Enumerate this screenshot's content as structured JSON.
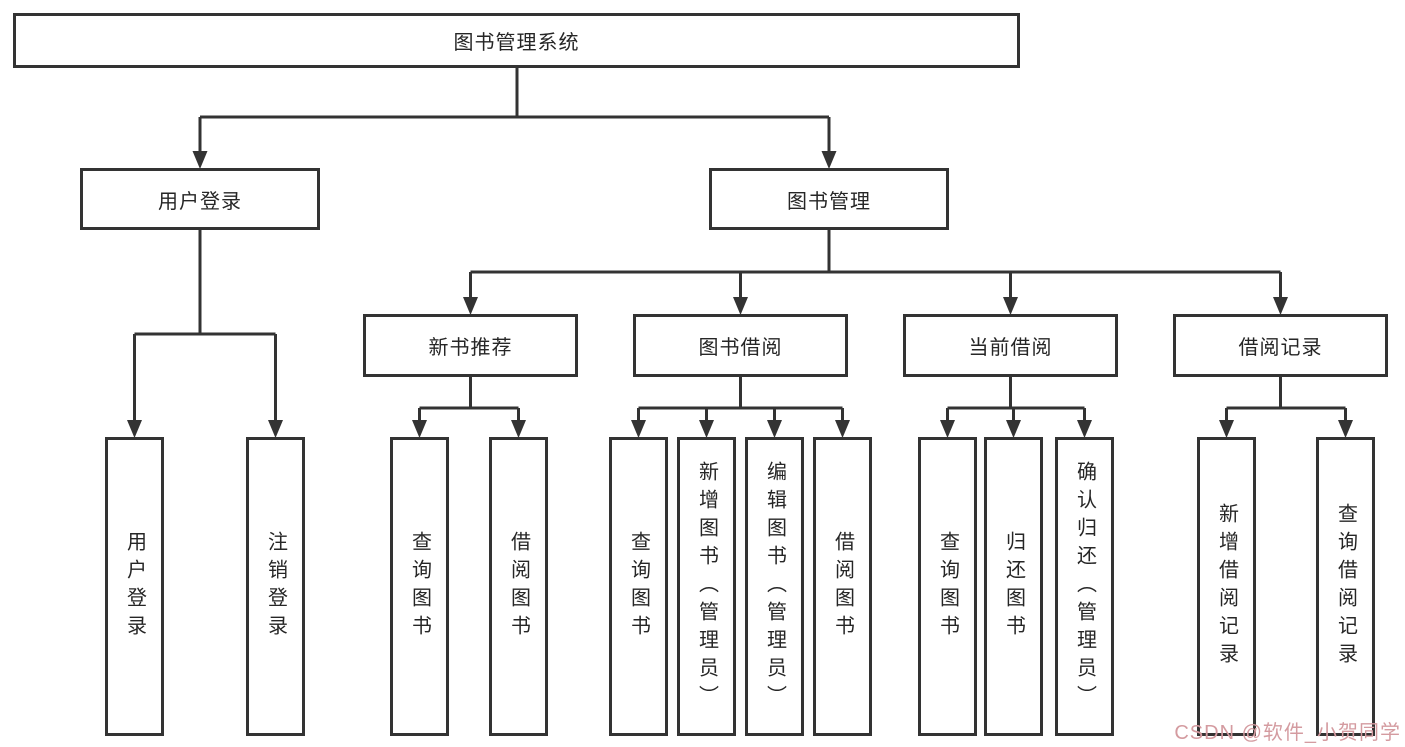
{
  "diagram": {
    "root": {
      "label": "图书管理系统"
    },
    "level1": [
      {
        "label": "用户登录"
      },
      {
        "label": "图书管理"
      }
    ],
    "level2": [
      {
        "label": "新书推荐",
        "parent": "图书管理"
      },
      {
        "label": "图书借阅",
        "parent": "图书管理"
      },
      {
        "label": "当前借阅",
        "parent": "图书管理"
      },
      {
        "label": "借阅记录",
        "parent": "图书管理"
      }
    ],
    "leaves": [
      {
        "label": "用户登录",
        "parent": "用户登录"
      },
      {
        "label": "注销登录",
        "parent": "用户登录"
      },
      {
        "label": "查询图书",
        "parent": "新书推荐"
      },
      {
        "label": "借阅图书",
        "parent": "新书推荐"
      },
      {
        "label": "查询图书",
        "parent": "图书借阅"
      },
      {
        "label": "新增图书（管理员）",
        "parent": "图书借阅"
      },
      {
        "label": "编辑图书（管理员）",
        "parent": "图书借阅"
      },
      {
        "label": "借阅图书",
        "parent": "图书借阅"
      },
      {
        "label": "查询图书",
        "parent": "当前借阅"
      },
      {
        "label": "归还图书",
        "parent": "当前借阅"
      },
      {
        "label": "确认归还（管理员）",
        "parent": "当前借阅"
      },
      {
        "label": "新增借阅记录",
        "parent": "借阅记录"
      },
      {
        "label": "查询借阅记录",
        "parent": "借阅记录"
      }
    ],
    "watermark": "CSDN @软件_小贺同学",
    "colors": {
      "line": "#333333",
      "box_border": "#333333",
      "text": "#262626",
      "watermark": "#d49ba0",
      "background": "#ffffff"
    }
  }
}
